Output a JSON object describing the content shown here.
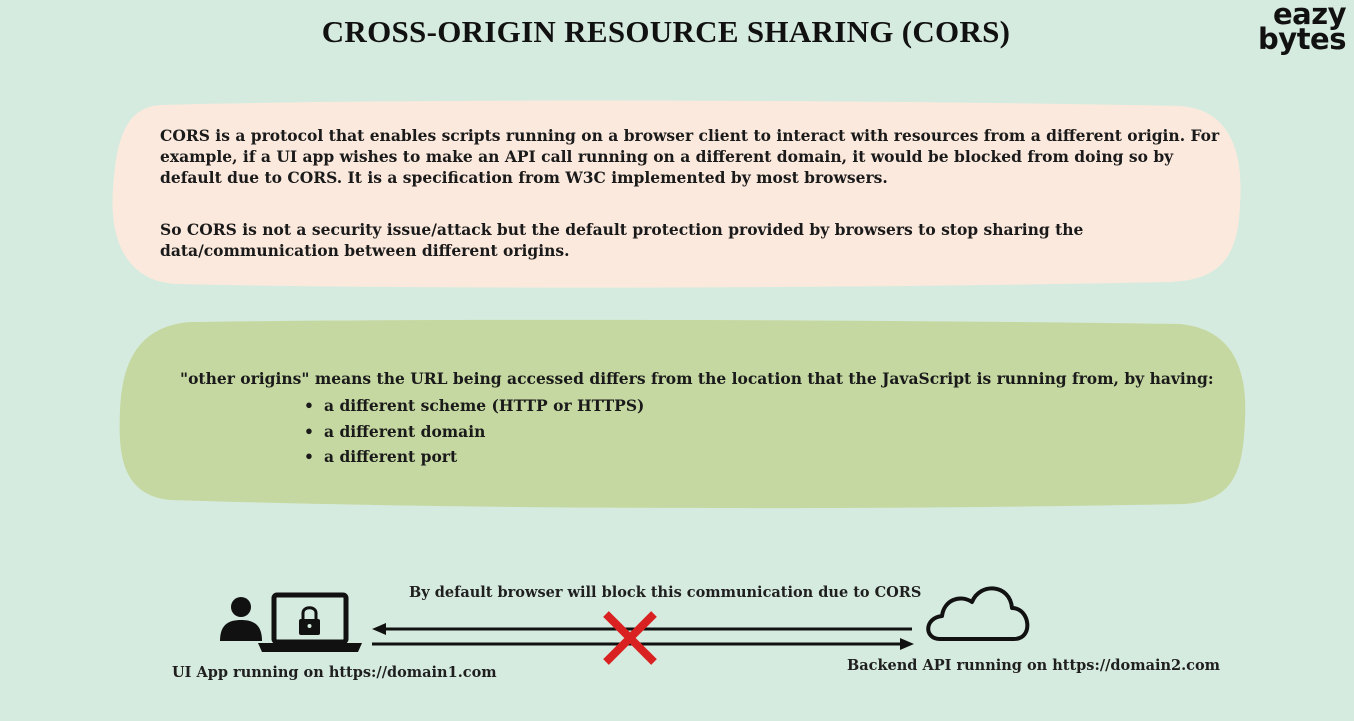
{
  "page": {
    "title": "CROSS-ORIGIN RESOURCE SHARING (CORS)",
    "logo": {
      "line1": "eazy",
      "line2": "bytes"
    }
  },
  "intro": {
    "paragraph1": "CORS is a protocol that enables scripts running on a browser client to interact with resources from a different origin. For example, if a UI app wishes to make an API call running on a different domain, it would be blocked from doing so by default due to CORS. It is a specification from W3C implemented by most browsers.",
    "paragraph2": "So CORS is not a security issue/attack but the default protection provided by browsers to stop sharing the data/communication between different origins."
  },
  "origins": {
    "lead": "\"other origins\" means the URL being accessed differs from the location that the JavaScript is running from, by having:",
    "items": [
      "a different scheme (HTTP or HTTPS)",
      "a different domain",
      "a different port"
    ]
  },
  "diagram": {
    "block_label": "By default browser will block this communication due to CORS",
    "client_label": "UI App running on https://domain1.com",
    "server_label": "Backend API running on https://domain2.com",
    "icons": [
      "user-icon",
      "laptop-lock-icon",
      "blocked-x-icon",
      "cloud-icon"
    ]
  },
  "colors": {
    "background": "#d6ebdf",
    "intro_box": "#fbe9dd",
    "origins_box": "#c5d8a1",
    "block_x": "#d92121"
  }
}
